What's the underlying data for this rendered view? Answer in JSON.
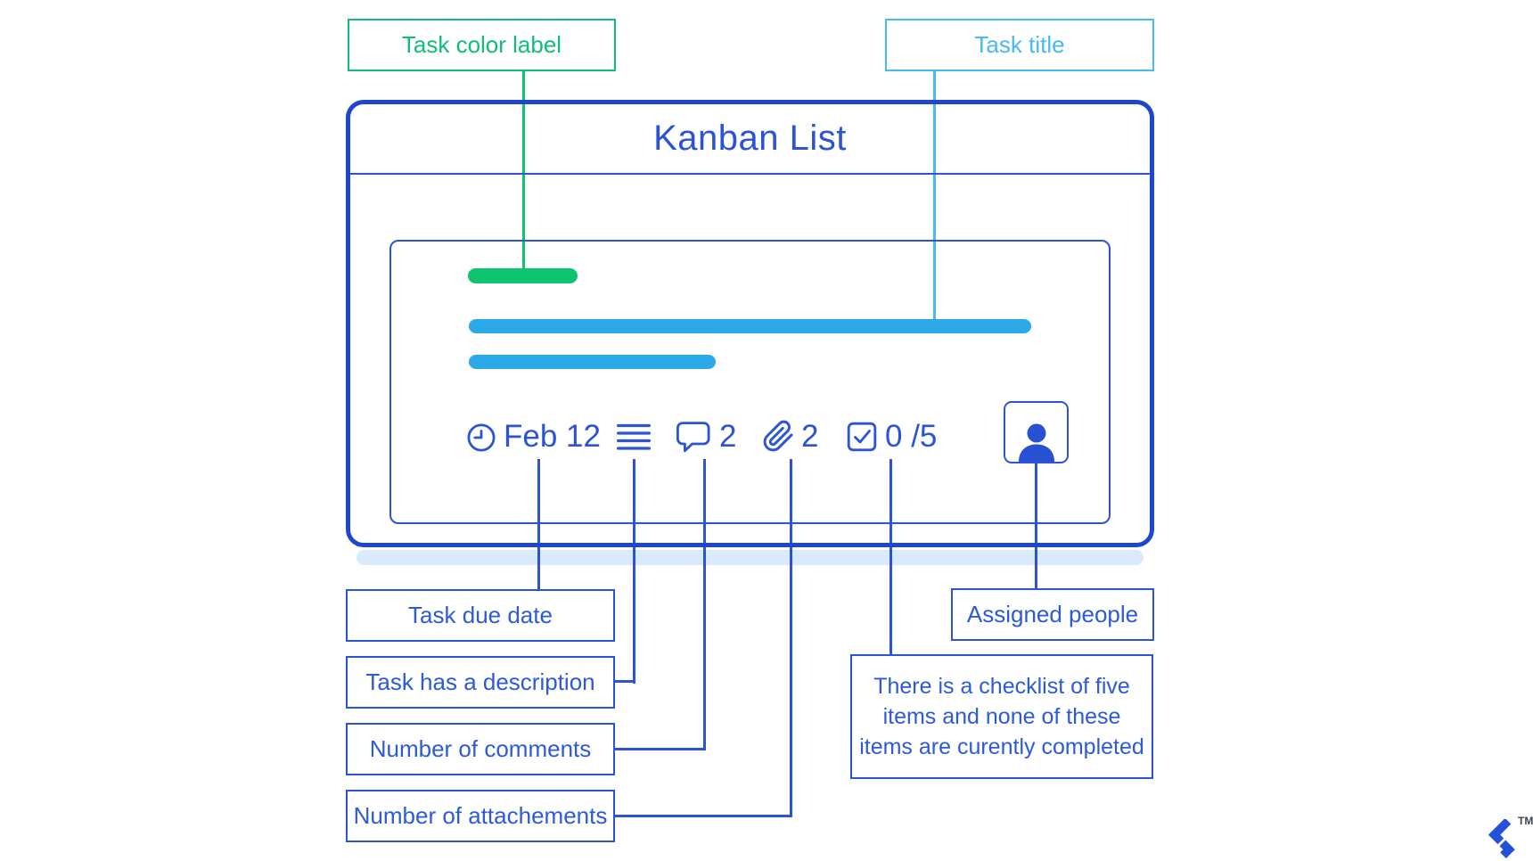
{
  "title": "Kanban List",
  "annotations": {
    "task_color_label": "Task color label",
    "task_title": "Task title",
    "task_due_date": "Task due date",
    "task_has_description": "Task has a description",
    "number_of_comments": "Number of comments",
    "number_of_attachments": "Number of attachements",
    "assigned_people": "Assigned people",
    "checklist_lines": [
      "There is a checklist of five",
      "items and none of these",
      "items are curently completed"
    ]
  },
  "card": {
    "due_date": "Feb 12",
    "comments_count": "2",
    "attachments_count": "2",
    "checklist_progress": "0 /5",
    "icons": {
      "due_date": "clock-icon",
      "description": "description-lines-icon",
      "comments": "comment-bubble-icon",
      "attachments": "paperclip-icon",
      "checklist": "checkbox-icon",
      "assignee": "person-avatar-icon"
    }
  },
  "colors": {
    "royal_blue": "#2B53D3",
    "panel_border_blue": "#1E46CE",
    "connector_blue": "#2B55D4",
    "green": "#11BE76",
    "green_fill": "#0FC46F",
    "sky_blue": "#4AB8F2",
    "title_bar_blue": "#2CA9E9",
    "shadow_blue": "#D9EAFC"
  },
  "branding": {
    "trademark": "TM"
  }
}
